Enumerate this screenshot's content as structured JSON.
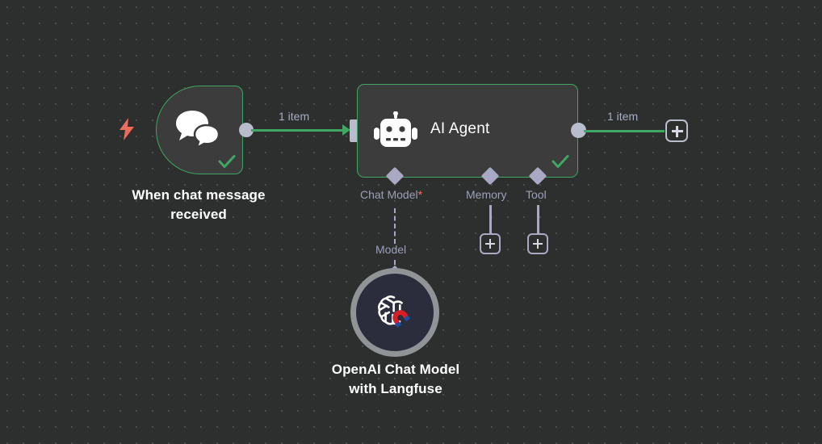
{
  "canvas": {
    "background_color": "#2d2e2e",
    "grid_dot_color": "#4a4b4b",
    "accent_green": "#3fa663",
    "port_color": "#b8bccb",
    "sub_port_color": "#a9a9c4",
    "required_star_color": "#ff6d5a",
    "trigger_bolt_color": "#ee6c5a"
  },
  "nodes": {
    "trigger": {
      "title": "When chat message\nreceived",
      "icon": "chat-bubbles-icon",
      "status": "success",
      "status_icon": "check-icon",
      "trigger_icon": "lightning-bolt-icon"
    },
    "agent": {
      "label": "AI Agent",
      "icon": "robot-icon",
      "status": "success",
      "status_icon": "check-icon",
      "sub_ports": [
        {
          "label": "Chat Model",
          "required": true,
          "required_marker": "*"
        },
        {
          "label": "Memory",
          "required": false,
          "required_marker": ""
        },
        {
          "label": "Tool",
          "required": false,
          "required_marker": ""
        }
      ]
    },
    "openai": {
      "title": "OpenAI Chat Model\nwith Langfuse",
      "icon": "openai-langfuse-icon",
      "connection_label": "Model"
    }
  },
  "edges": [
    {
      "id": "trigger-to-agent",
      "label": "1 item"
    },
    {
      "id": "agent-to-next",
      "label": "1 item"
    }
  ],
  "buttons": {
    "add_memory": "+",
    "add_tool": "+",
    "add_next_node": "+"
  }
}
